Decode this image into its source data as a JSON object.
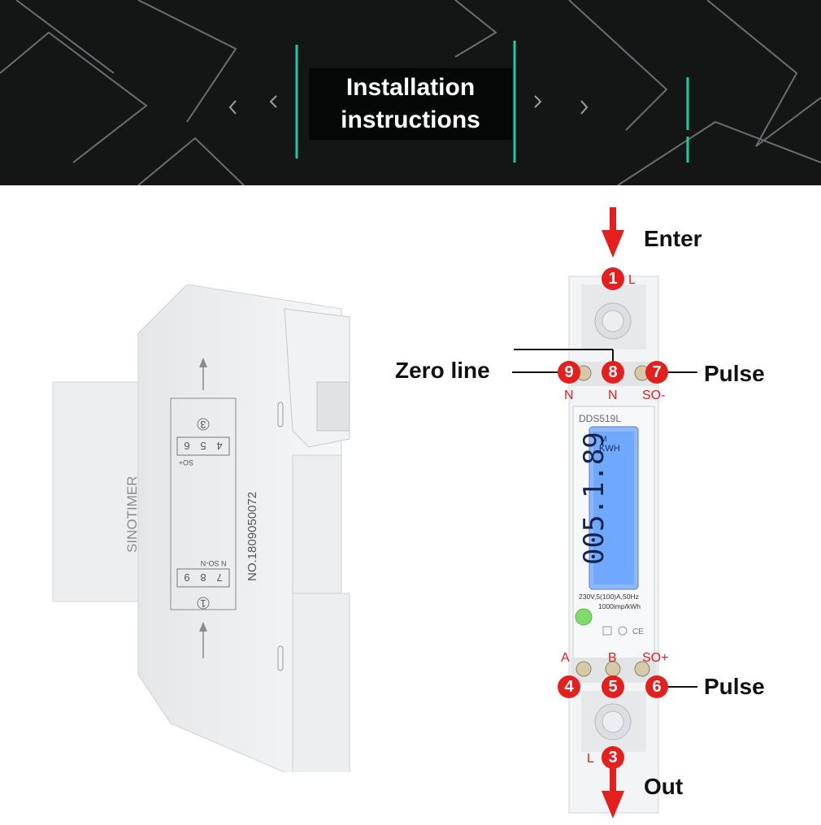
{
  "banner": {
    "title_line1": "Installation",
    "title_line2": "instructions"
  },
  "left_meter": {
    "brand": "SINOTIMER",
    "serial": "NO.1809050072",
    "top_terminals": [
      "4",
      "5",
      "6"
    ],
    "top_terminal_label": "SO+",
    "top_circle": "3",
    "bottom_terminals": [
      "9",
      "8",
      "7"
    ],
    "bottom_terminal_labels": "N  SO-",
    "bottom_letter_n": "N",
    "bottom_circle": "1"
  },
  "right_meter": {
    "model": "DDS519L",
    "lcd_unit_m": "M",
    "lcd_unit": "KWH",
    "lcd_reading": "005.1.89",
    "spec_line1": "230V,5(100)A,50Hz",
    "spec_line2": "1000imp/kWh"
  },
  "callouts": {
    "enter": "Enter",
    "zero_line": "Zero line",
    "pulse_top": "Pulse",
    "pulse_bottom": "Pulse",
    "out": "Out"
  },
  "terminals": {
    "t1": {
      "num": "1",
      "letter": "L"
    },
    "t9": {
      "num": "9",
      "letter": "N"
    },
    "t8": {
      "num": "8",
      "letter": "N"
    },
    "t7": {
      "num": "7",
      "letter": "SO-"
    },
    "t4": {
      "num": "4",
      "letter": "A"
    },
    "t5": {
      "num": "5",
      "letter": "B"
    },
    "t6": {
      "num": "6",
      "letter": "SO+"
    },
    "t3": {
      "num": "3",
      "letter": "L"
    }
  },
  "colors": {
    "banner_bg": "#141616",
    "accent_line": "#22c9a0",
    "terminal_red": "#e51e1e",
    "lcd_blue": "#6ea8ff"
  }
}
